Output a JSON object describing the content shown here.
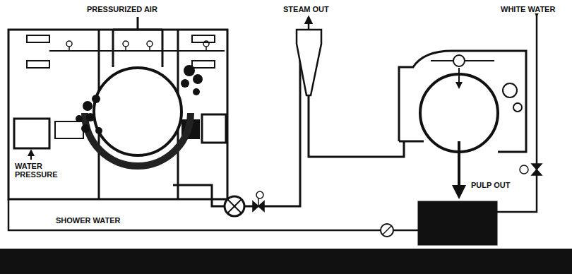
{
  "diagram": {
    "labels": [
      "PRESSURIZED AIR",
      "STEAM OUT",
      "WHITE WATER",
      "WATER PRESSURE",
      "PULP OUT",
      "SHOWER WATER"
    ]
  }
}
